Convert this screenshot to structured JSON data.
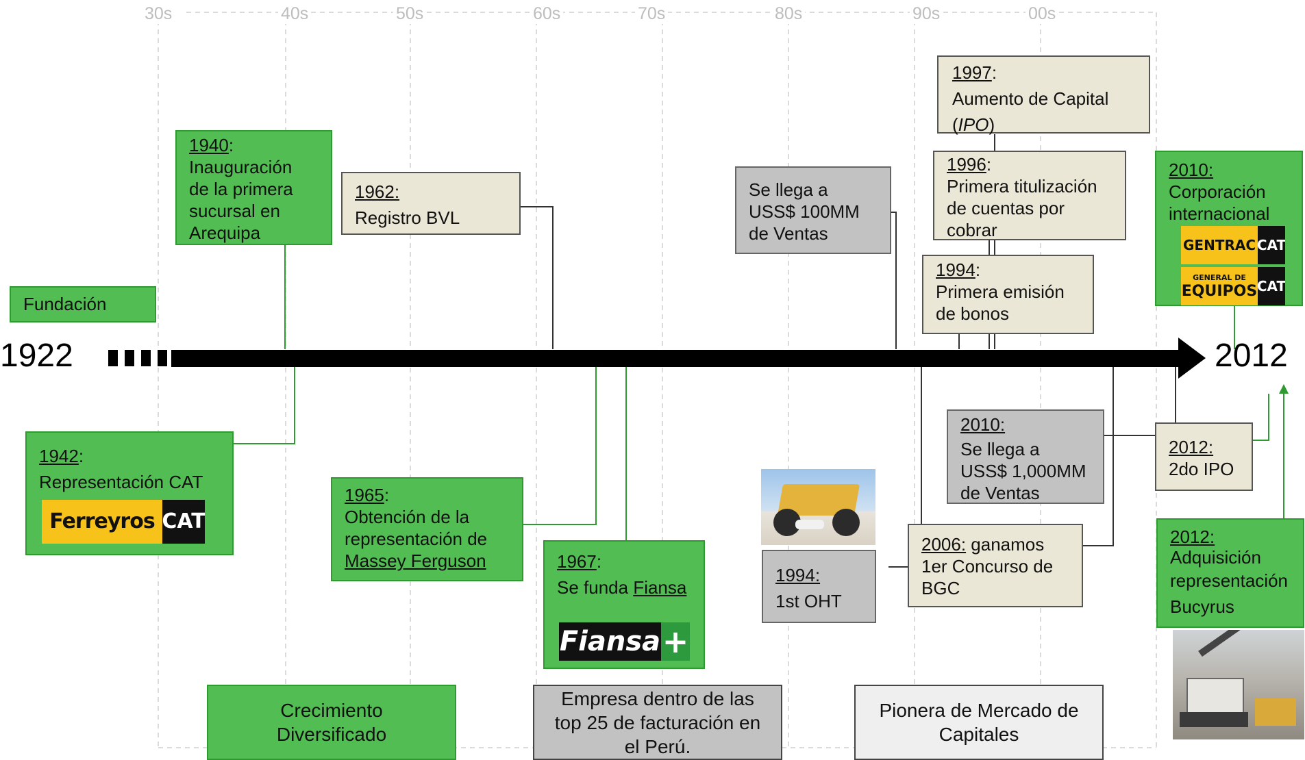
{
  "decades": [
    "30s",
    "40s",
    "50s",
    "60s",
    "70s",
    "80s",
    "90s",
    "00s"
  ],
  "years": {
    "start": "1922",
    "end": "2012"
  },
  "events": {
    "fundacion": "Fundación",
    "e1940": {
      "year": "1940",
      "sep": ":",
      "l1": "Inauguración",
      "l2": "de la primera",
      "l3": "sucursal en",
      "l4": "Arequipa"
    },
    "e1942": {
      "year": "1942",
      "sep": ":",
      "text": "Representación CAT",
      "logo_name": "Ferreyros",
      "logo_cat": "CAT"
    },
    "e1962": {
      "year": "1962:",
      "text": "Registro BVL"
    },
    "e1965": {
      "year": "1965",
      "sep": ":",
      "l1": "Obtención de la",
      "l2": "representación de",
      "link": "Massey Ferguson"
    },
    "e1967": {
      "year": "1967",
      "sep": ":",
      "text": "Se funda ",
      "link": "Fiansa",
      "logo": "Fiansa",
      "logo_plus": "+"
    },
    "ventas100": {
      "l1": "Se llega a",
      "l2": "USS$ 100MM",
      "l3": "de Ventas"
    },
    "e1994oht": {
      "year": "1994:",
      "text": "1st OHT"
    },
    "e1997": {
      "year": "1997",
      "sep": ":",
      "l1": "Aumento de Capital",
      "pre": "(",
      "ipo": "IPO",
      "post": ")"
    },
    "e1996": {
      "year": "1996",
      "sep": ":",
      "l1": "Primera titulización",
      "l2": "de cuentas por",
      "l3": "cobrar"
    },
    "e1994bonos": {
      "year": "1994",
      "sep": ":",
      "l1": "Primera emisión",
      "l2": "de bonos"
    },
    "e2010corp": {
      "year": "2010:",
      "l1": "Corporación",
      "l2": "internacional",
      "logo1": "GENTRAC",
      "logo2a": "GENERAL DE",
      "logo2b": "EQUIPOS",
      "cat": "CAT"
    },
    "e2010ventas": {
      "year": "2010:",
      "l1": "Se llega a",
      "l2": "USS$ 1,000MM",
      "l3": "de Ventas"
    },
    "e2006": {
      "year": "2006:",
      "t1": " ganamos",
      "l2": "1er Concurso de",
      "l3": "BGC"
    },
    "e2012ipo": {
      "year": "2012:",
      "text": "2do IPO"
    },
    "e2012bucyrus": {
      "year": "2012:",
      "l1": "Adquisición",
      "l2": "representación",
      "l3": "Bucyrus"
    }
  },
  "eras": {
    "crecimiento": {
      "l1": "Crecimiento",
      "l2": "Diversificado"
    },
    "top25": {
      "l1": "Empresa dentro de las",
      "l2": "top 25 de facturación en",
      "l3": "el Perú."
    },
    "pionera": {
      "l1": "Pionera de Mercado de",
      "l2": "Capitales"
    }
  },
  "colors": {
    "green": "#52bd52",
    "beige": "#ebe7d6",
    "grey": "#c2c2c2",
    "arrow": "#000000",
    "cat_yellow": "#f7c21a",
    "fiansa_green": "#2e9a3e"
  }
}
